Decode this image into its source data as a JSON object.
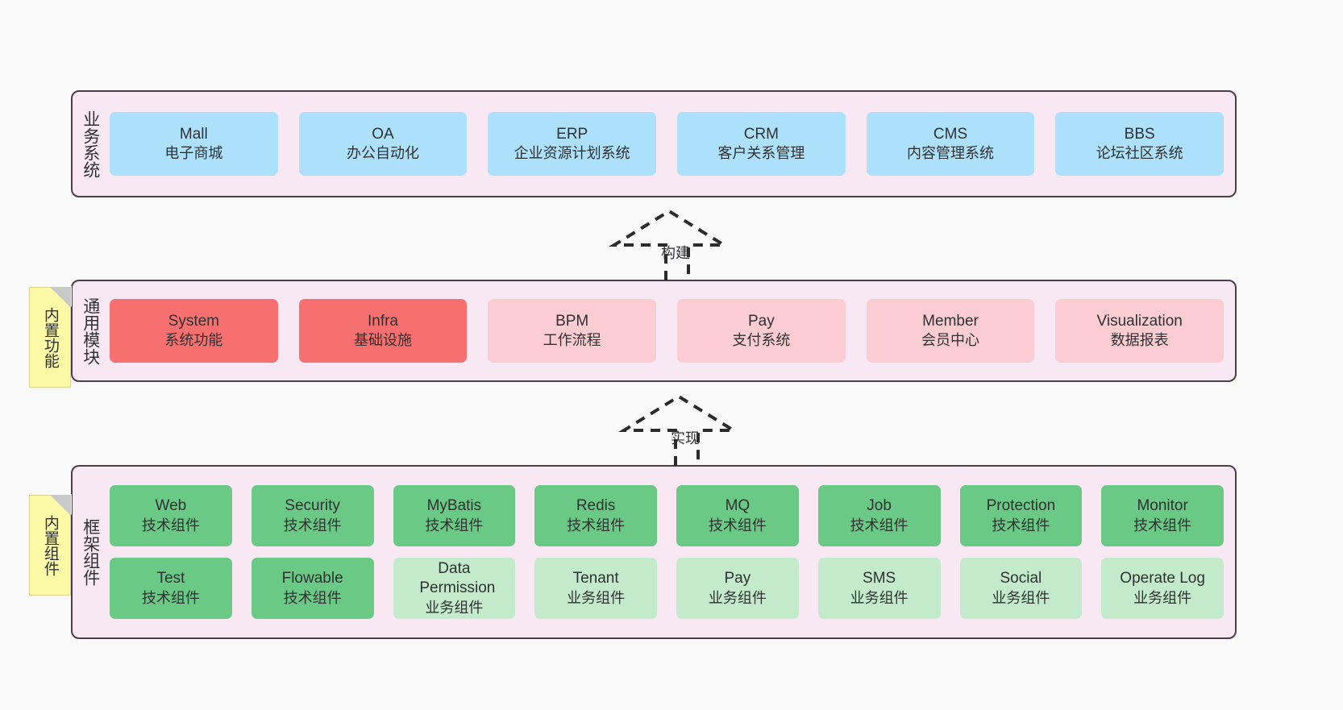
{
  "diagram": {
    "background_color": "#f9f9f9",
    "layer_fill": "#f7e8f3",
    "layer_border": "#4a3f48",
    "colors": {
      "blue": "#ade1fb",
      "red": "#f5706e",
      "pink": "#fbcdd3",
      "green": "#6bc986",
      "light_green": "#c3ebcb",
      "note_yellow": "#fbf8a6"
    }
  },
  "notes": [
    {
      "id": "note-builtin-function",
      "text": "内置功能"
    },
    {
      "id": "note-builtin-component",
      "text": "内置组件"
    }
  ],
  "connectors": [
    {
      "id": "connector-build",
      "label": "构建",
      "style": "dashed-hollow-arrow-up"
    },
    {
      "id": "connector-implement",
      "label": "实现",
      "style": "dashed-hollow-arrow-up"
    }
  ],
  "layers": [
    {
      "id": "layer-business-system",
      "title": "业务系统",
      "rows": [
        {
          "id": "row-business",
          "boxes": [
            {
              "en": "Mall",
              "cn": "电子商城",
              "color": "blue"
            },
            {
              "en": "OA",
              "cn": "办公自动化",
              "color": "blue"
            },
            {
              "en": "ERP",
              "cn": "企业资源计划系统",
              "color": "blue"
            },
            {
              "en": "CRM",
              "cn": "客户关系管理",
              "color": "blue"
            },
            {
              "en": "CMS",
              "cn": "内容管理系统",
              "color": "blue"
            },
            {
              "en": "BBS",
              "cn": "论坛社区系统",
              "color": "blue"
            }
          ]
        }
      ]
    },
    {
      "id": "layer-common-module",
      "title": "通用模块",
      "rows": [
        {
          "id": "row-common",
          "boxes": [
            {
              "en": "System",
              "cn": "系统功能",
              "color": "red"
            },
            {
              "en": "Infra",
              "cn": "基础设施",
              "color": "red"
            },
            {
              "en": "BPM",
              "cn": "工作流程",
              "color": "pink"
            },
            {
              "en": "Pay",
              "cn": "支付系统",
              "color": "pink"
            },
            {
              "en": "Member",
              "cn": "会员中心",
              "color": "pink"
            },
            {
              "en": "Visualization",
              "cn": "数据报表",
              "color": "pink"
            }
          ]
        }
      ]
    },
    {
      "id": "layer-framework-component",
      "title": "框架组件",
      "rows": [
        {
          "id": "row-tech-components",
          "boxes": [
            {
              "en": "Web",
              "cn": "技术组件",
              "color": "green"
            },
            {
              "en": "Security",
              "cn": "技术组件",
              "color": "green"
            },
            {
              "en": "MyBatis",
              "cn": "技术组件",
              "color": "green"
            },
            {
              "en": "Redis",
              "cn": "技术组件",
              "color": "green"
            },
            {
              "en": "MQ",
              "cn": "技术组件",
              "color": "green"
            },
            {
              "en": "Job",
              "cn": "技术组件",
              "color": "green"
            },
            {
              "en": "Protection",
              "cn": "技术组件",
              "color": "green"
            },
            {
              "en": "Monitor",
              "cn": "技术组件",
              "color": "green"
            }
          ]
        },
        {
          "id": "row-business-components",
          "boxes": [
            {
              "en": "Test",
              "cn": "技术组件",
              "color": "green"
            },
            {
              "en": "Flowable",
              "cn": "技术组件",
              "color": "green"
            },
            {
              "en": "Data Permission",
              "cn": "业务组件",
              "color": "lgreen"
            },
            {
              "en": "Tenant",
              "cn": "业务组件",
              "color": "lgreen"
            },
            {
              "en": "Pay",
              "cn": "业务组件",
              "color": "lgreen"
            },
            {
              "en": "SMS",
              "cn": "业务组件",
              "color": "lgreen"
            },
            {
              "en": "Social",
              "cn": "业务组件",
              "color": "lgreen"
            },
            {
              "en": "Operate Log",
              "cn": "业务组件",
              "color": "lgreen"
            }
          ]
        }
      ]
    }
  ]
}
